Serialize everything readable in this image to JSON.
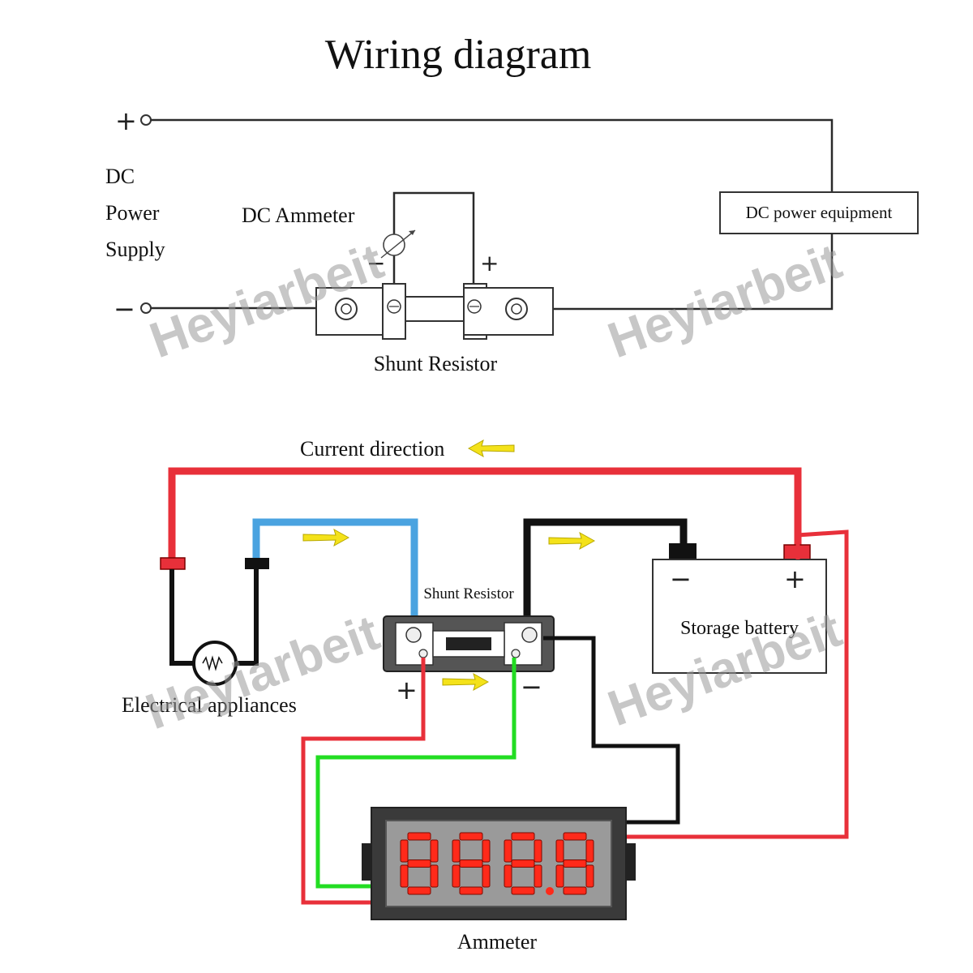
{
  "title": "Wiring diagram",
  "top": {
    "plus_sign": "+",
    "minus_sign": "−",
    "power_supply_lines": [
      "DC",
      "Power",
      "Supply"
    ],
    "ammeter_label": "DC Ammeter",
    "ammeter_minus": "−",
    "ammeter_plus": "+",
    "equipment_label": "DC power equipment",
    "shunt_label": "Shunt Resistor"
  },
  "bottom": {
    "current_direction_label": "Current direction",
    "shunt_label": "Shunt Resistor",
    "battery_label": "Storage battery",
    "battery_minus": "−",
    "battery_plus": "+",
    "shunt_plus": "+",
    "shunt_minus": "−",
    "appliances_label": "Electrical appliances",
    "ammeter_label": "Ammeter",
    "display_digits": "888.8"
  },
  "watermark": "Heyiarbeit",
  "colors": {
    "red_wire": "#e8303a",
    "blue_wire": "#4aa3e0",
    "green_wire": "#22dd22",
    "black_wire": "#111111",
    "arrow_yellow": "#f4e21a",
    "segment_red": "#ff2a1a"
  }
}
